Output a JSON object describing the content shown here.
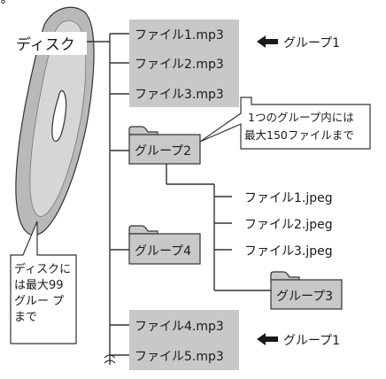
{
  "disc": {
    "label": "ディスク",
    "note_lines": [
      "ディスクに",
      "は最大99",
      "グルー プ",
      "まで"
    ]
  },
  "root_files": [
    {
      "label": "ファイル1.mp3"
    },
    {
      "label": "ファイル2.mp3"
    },
    {
      "label": "ファイル3.mp3"
    }
  ],
  "root_files_tag": "グループ1",
  "group2": {
    "label": "グループ2",
    "note_lines": [
      "1つのグループ内には",
      "最大150ファイルまで"
    ],
    "files": [
      {
        "label": "ファイル1.jpeg"
      },
      {
        "label": "ファイル2.jpeg"
      },
      {
        "label": "ファイル3.jpeg"
      }
    ],
    "subgroup": "グループ3"
  },
  "group4": {
    "label": "グループ4"
  },
  "end_files": [
    {
      "label": "ファイル4.mp3"
    },
    {
      "label": "ファイル5.mp3"
    }
  ],
  "end_files_tag": "グループ1",
  "colors": {
    "box_fill": "#c8c8c8",
    "line": "#333333"
  }
}
